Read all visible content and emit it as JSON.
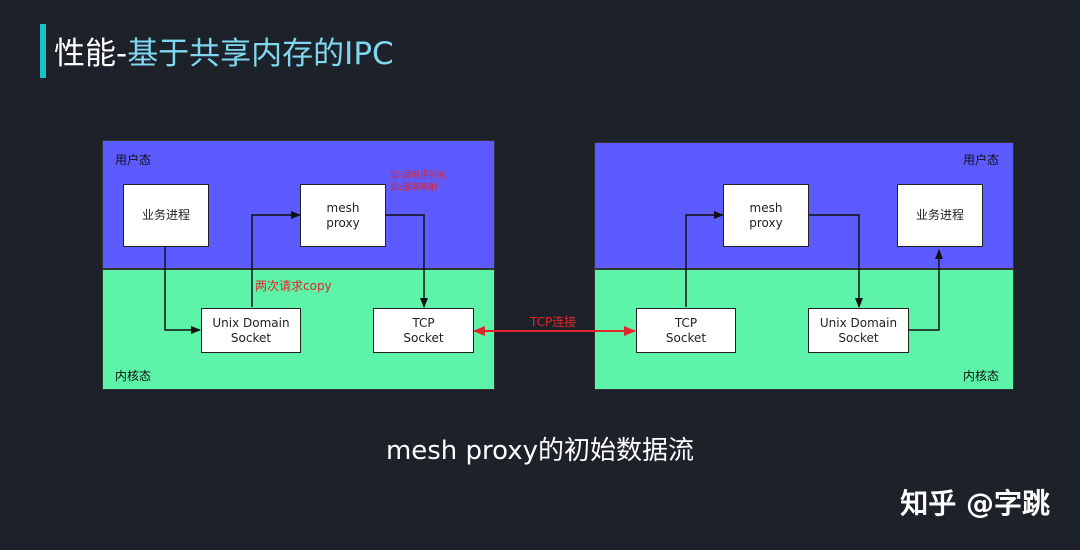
{
  "title": {
    "main": "性能-",
    "accent": "基于共享内存的IPC"
  },
  "left_panel": {
    "user_label": "用户态",
    "kernel_label": "内核态",
    "biz_process": "业务进程",
    "mesh_proxy": "mesh\nproxy",
    "unix_socket": "Unix Domain\nSocket",
    "tcp_socket": "TCP\nSocket",
    "copy_note": "两次请求copy",
    "red_overlay": "如:调用序列化\n如:服务映射"
  },
  "right_panel": {
    "user_label": "用户态",
    "kernel_label": "内核态",
    "biz_process": "业务进程",
    "mesh_proxy": "mesh\nproxy",
    "unix_socket": "Unix Domain\nSocket",
    "tcp_socket": "TCP\nSocket"
  },
  "link_label": "TCP连接",
  "caption": "mesh proxy的初始数据流",
  "watermark": "知乎 @字跳",
  "colors": {
    "background": "#1d2129",
    "user_zone": "#5b5bff",
    "kernel_zone": "#5df3a8",
    "title_bar": "#19c3c9",
    "link": "#e0262b"
  }
}
